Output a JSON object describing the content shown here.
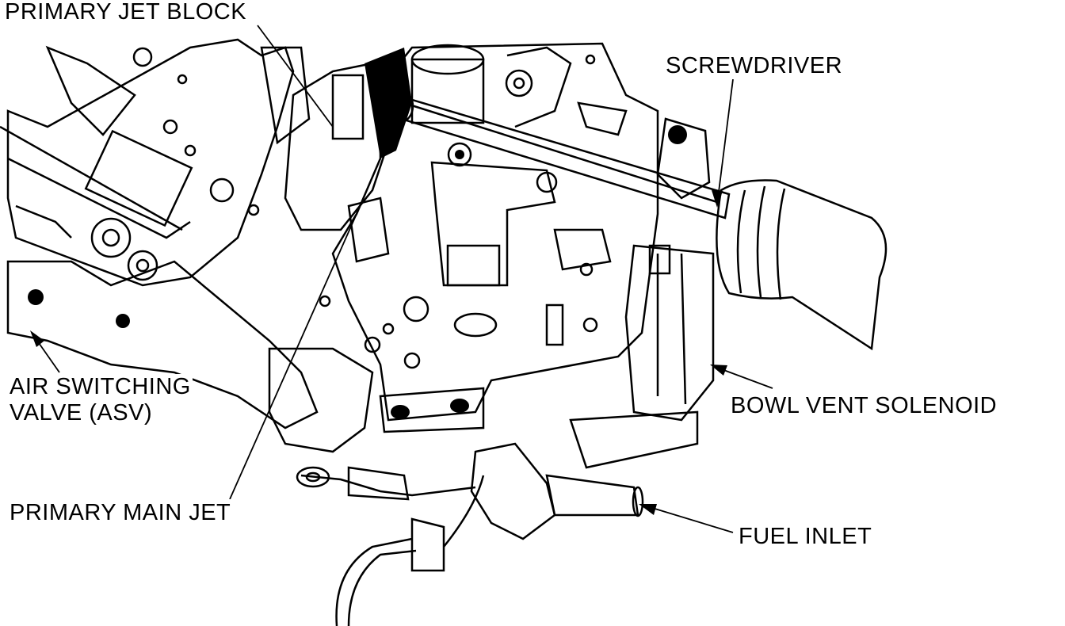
{
  "callouts": {
    "primary_jet_block": "PRIMARY JET BLOCK",
    "screwdriver": "SCREWDRIVER",
    "asv_line1": "AIR SWITCHING",
    "asv_line2": "VALVE (ASV)",
    "bowl_vent_solenoid": "BOWL VENT SOLENOID",
    "primary_main_jet": "PRIMARY MAIN JET",
    "fuel_inlet": "FUEL INLET"
  },
  "colors": {
    "ink": "#000000",
    "paper": "#ffffff",
    "shade": "#6a6a6a"
  }
}
